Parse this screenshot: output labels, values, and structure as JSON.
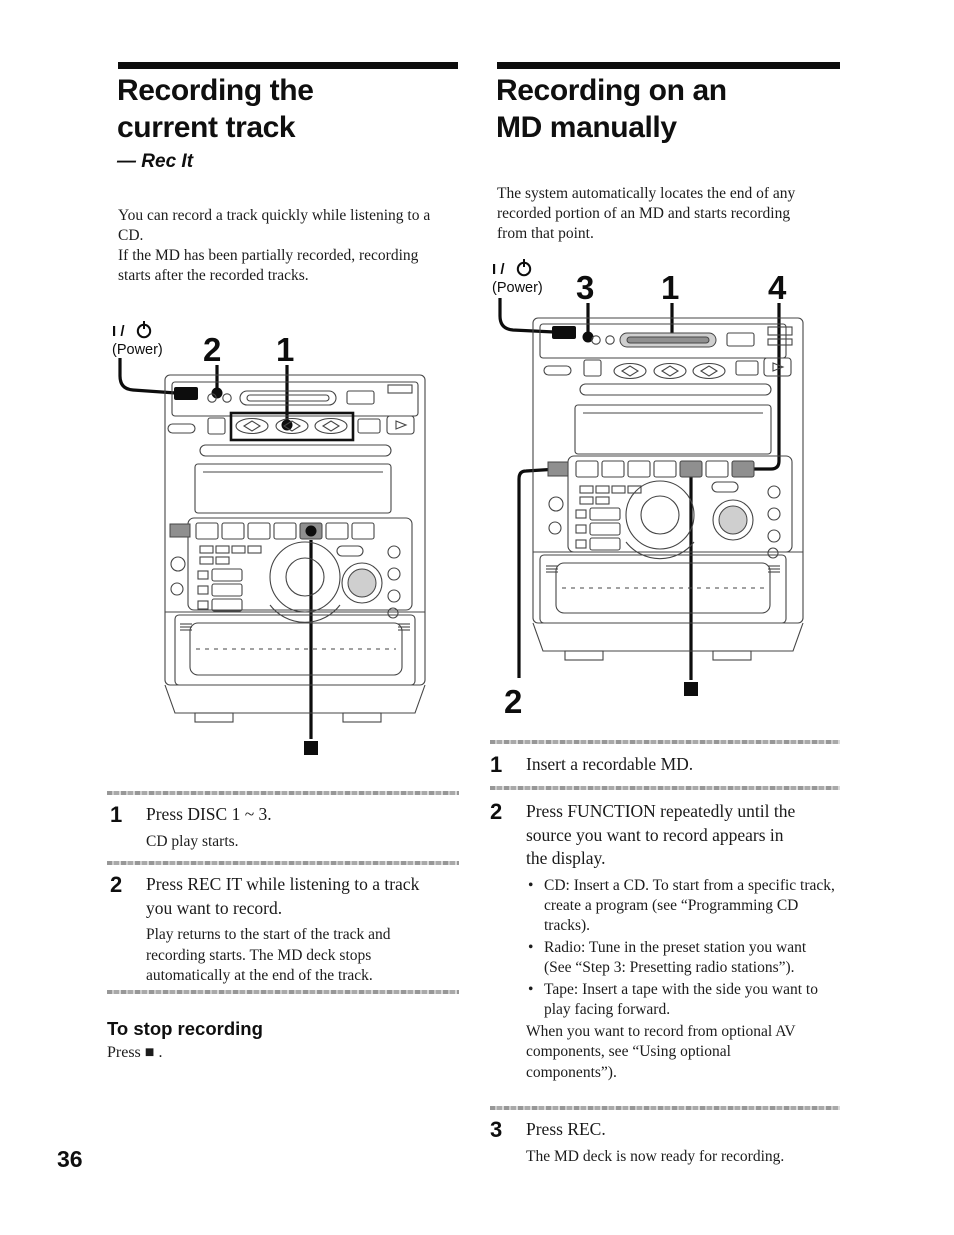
{
  "page": {
    "number": "36"
  },
  "left": {
    "title_lines": [
      "Recording the",
      "current track"
    ],
    "subtitle": "— Rec It",
    "intro_paragraphs": [
      "You can record a track quickly while listening to a CD.",
      "If the MD has been partially recorded, recording starts after the recorded tracks."
    ],
    "diagram": {
      "power_label": "I /",
      "power_sub": "(Power)",
      "callout_2": "2",
      "callout_1": "1",
      "stop_symbol": "■"
    },
    "steps": [
      {
        "num": "1",
        "title": "Press DISC 1 ~ 3.",
        "body": "CD play starts."
      },
      {
        "num": "2",
        "title": "Press REC IT while listening to a track you want to record.",
        "body": "Play returns to the start of the track and recording starts. The MD deck stops automatically at the end of the track."
      }
    ],
    "stop_section": {
      "heading": "To stop recording",
      "body": "Press ■ ."
    }
  },
  "right": {
    "title_lines": [
      "Recording on an",
      "MD manually"
    ],
    "intro_paragraphs": [
      "The system automatically locates the end of any recorded portion of an MD and starts recording from that point."
    ],
    "diagram": {
      "power_label": "I /",
      "power_sub": "(Power)",
      "callout_3": "3",
      "callout_1": "1",
      "callout_4": "4",
      "callout_2": "2",
      "stop_symbol": "■"
    },
    "steps": [
      {
        "num": "1",
        "title": "Insert a recordable MD."
      },
      {
        "num": "2",
        "title": "Press FUNCTION repeatedly until the source you want to record appears in the display.",
        "bullets": [
          "CD: Insert a CD. To start from a specific track, create a program (see “Programming CD tracks).",
          "Radio: Tune in the preset station you want (See “Step 3: Presetting radio stations”).",
          "Tape: Insert a tape with the side you want to play facing forward."
        ],
        "after": "When you want to record from optional AV components, see “Using optional components”)."
      },
      {
        "num": "3",
        "title": "Press REC.",
        "body": "The MD deck is now ready for recording."
      }
    ]
  }
}
